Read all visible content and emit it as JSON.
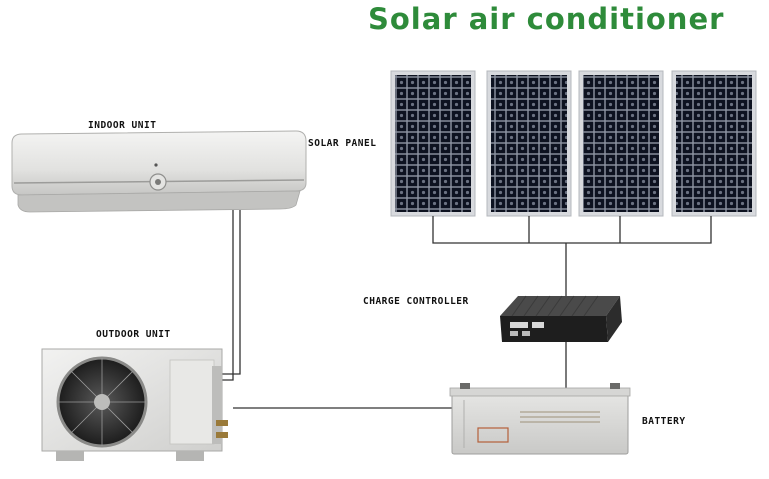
{
  "title": "Solar air conditioner",
  "labels": {
    "indoor_unit": "INDOOR UNIT",
    "solar_panel": "SOLAR PANEL",
    "charge_controller": "CHARGE CONTROLLER",
    "outdoor_unit": "OUTDOOR UNIT",
    "battery": "BATTERY"
  },
  "colors": {
    "title": "#2e8b3a",
    "panel_cell": "#0d1220",
    "panel_frame": "#c9ccd1",
    "wire": "#333333"
  }
}
